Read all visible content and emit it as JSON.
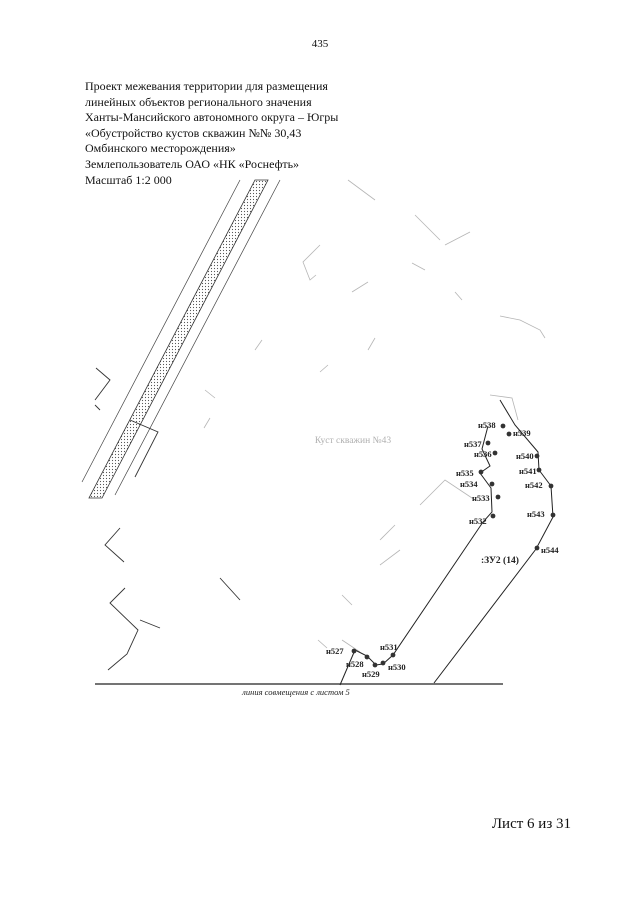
{
  "page_number": "435",
  "header": {
    "lines": [
      "Проект межевания территории для размещения",
      "линейных объектов регионального значения",
      "Ханты-Мансийского автономного округа – Югры",
      "«Обустройство кустов скважин №№ 30,43",
      "Омбинского месторождения»",
      "Землепользователь ОАО «НК «Роснефть»",
      "Масштаб 1:2 000"
    ]
  },
  "map": {
    "well_pad_label": "Куст скважин №43",
    "parcel_label": ":ЗУ2 (14)",
    "alignment_line_label": "линия совмещения с листом 5",
    "points": [
      {
        "id": "n538",
        "label": "н538"
      },
      {
        "id": "n539",
        "label": "н539"
      },
      {
        "id": "n537",
        "label": "н537"
      },
      {
        "id": "n536",
        "label": "н536"
      },
      {
        "id": "n540",
        "label": "н540"
      },
      {
        "id": "n541",
        "label": "н541"
      },
      {
        "id": "n535",
        "label": "н535"
      },
      {
        "id": "n534",
        "label": "н534"
      },
      {
        "id": "n542",
        "label": "н542"
      },
      {
        "id": "n533",
        "label": "н533"
      },
      {
        "id": "n543",
        "label": "н543"
      },
      {
        "id": "n532",
        "label": "н532"
      },
      {
        "id": "n544",
        "label": "н544"
      },
      {
        "id": "n531",
        "label": "н531"
      },
      {
        "id": "n527",
        "label": "н527"
      },
      {
        "id": "n528",
        "label": "н528"
      },
      {
        "id": "n530",
        "label": "н530"
      },
      {
        "id": "n529",
        "label": "н529"
      }
    ]
  },
  "footer": {
    "sheet": "Лист 6 из 31"
  }
}
